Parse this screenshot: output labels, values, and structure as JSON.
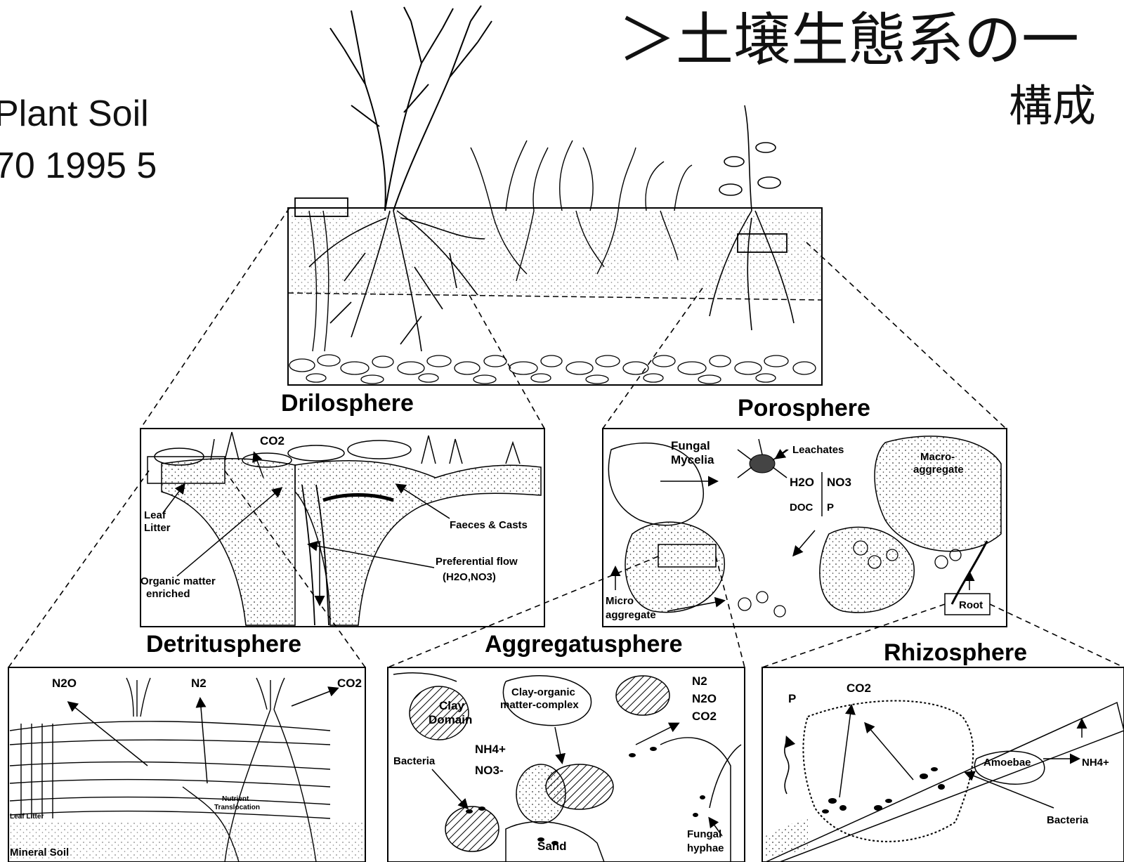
{
  "citation": {
    "line1": "Plant Soil",
    "line2": "70 1995 5"
  },
  "title": {
    "line1": "＞土壌生態系の一",
    "line2": "構成"
  },
  "spheres": {
    "drilosphere": "Drilosphere",
    "porosphere": "Porosphere",
    "detritusphere": "Detritusphere",
    "aggregatusphere": "Aggregatusphere",
    "rhizosphere": "Rhizosphere"
  },
  "drilo_labels": {
    "co2": "CO2",
    "leaf_litter_1": "Leaf",
    "leaf_litter_2": "Litter",
    "faeces": "Faeces & Casts",
    "pref_flow_1": "Preferential flow",
    "pref_flow_2": "(H2O,NO3)",
    "organic_1": "Organic matter",
    "organic_2": "enriched"
  },
  "poro_labels": {
    "fungal_1": "Fungal",
    "fungal_2": "Mycelia",
    "leachates": "Leachates",
    "h2o": "H2O",
    "no3": "NO3",
    "doc": "DOC",
    "p": "P",
    "macro_1": "Macro-",
    "macro_2": "aggregate",
    "micro_1": "Micro",
    "micro_2": "aggregate",
    "root": "Root"
  },
  "detritus_labels": {
    "n2o": "N2O",
    "n2": "N2",
    "co2": "CO2",
    "leaf_litter": "Leaf Litter",
    "nutrient_1": "Nutrient",
    "nutrient_2": "Translocation",
    "mineral_soil": "Mineral Soil"
  },
  "aggregat_labels": {
    "clay_1": "Clay",
    "clay_2": "Domain",
    "com_1": "Clay-organic",
    "com_2": "matter-complex",
    "n2": "N2",
    "n2o": "N2O",
    "co2": "CO2",
    "bacteria": "Bacteria",
    "nh4": "NH4+",
    "no3": "NO3-",
    "sand": "Sand",
    "fungal_1": "Fungal",
    "fungal_2": "hyphae"
  },
  "rhizo_labels": {
    "p": "P",
    "co2": "CO2",
    "amoebae": "Amoebae",
    "nh4": "NH4+",
    "bacteria": "Bacteria"
  }
}
